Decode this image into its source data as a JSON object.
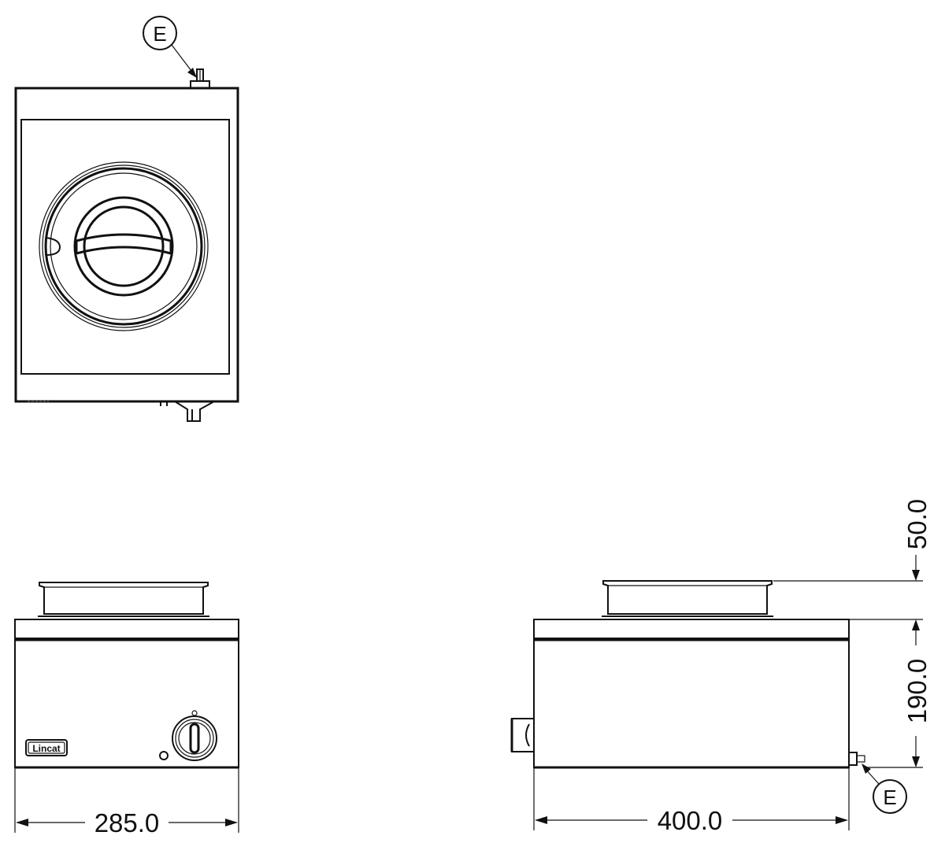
{
  "drawing": {
    "callout_top": "E",
    "callout_side": "E",
    "brand_label": "Lincat",
    "dim_width": "285.0",
    "dim_depth": "400.0",
    "dim_body_height": "190.0",
    "dim_pot_height": "50.0"
  },
  "colors": {
    "line": "#111111",
    "background": "#ffffff"
  }
}
